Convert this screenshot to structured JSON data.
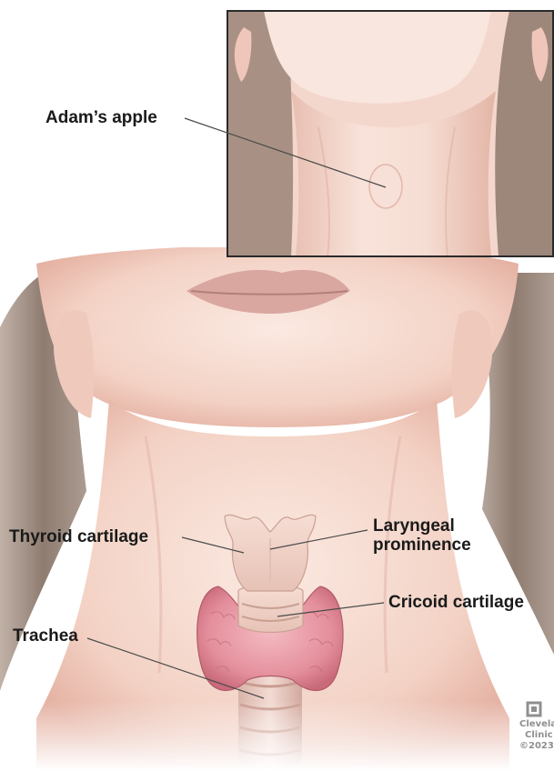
{
  "labels": {
    "adams_apple": "Adam’s apple",
    "thyroid_cartilage": "Thyroid cartilage",
    "laryngeal_line1": "Laryngeal",
    "laryngeal_line2": "prominence",
    "cricoid_cartilage": "Cricoid cartilage",
    "trachea": "Trachea"
  },
  "logo": {
    "line1": "Cleveland",
    "line2": "Clinic",
    "line3": "©2023"
  },
  "colors": {
    "skin": "#f6dcd2",
    "skin_shadow": "#e7b8ab",
    "hair": "#8a7566",
    "thyroid": "#e79aa5",
    "cartilage": "#f2d3c9",
    "label_text": "#1a1a1a",
    "inset_border": "#2a2a2a"
  }
}
